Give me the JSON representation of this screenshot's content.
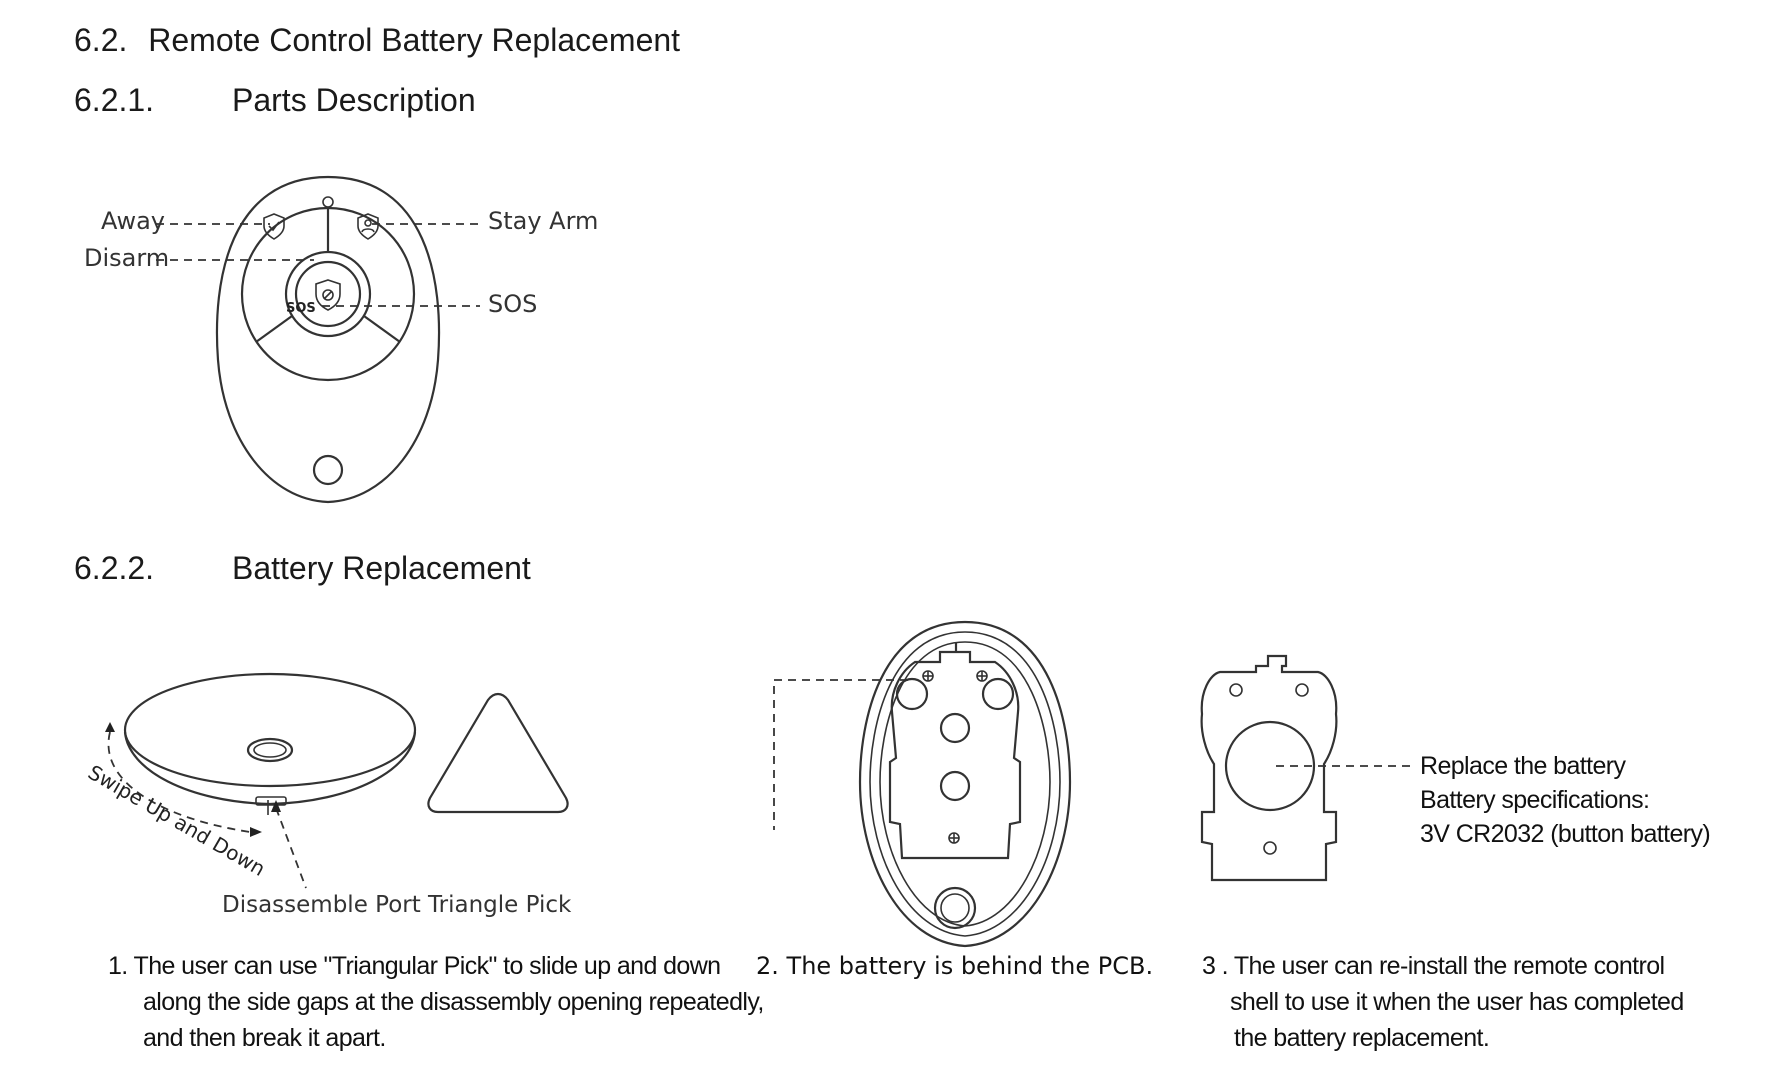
{
  "section": {
    "number": "6.2.",
    "title": "Remote Control Battery Replacement"
  },
  "parts": {
    "number": "6.2.1.",
    "title": "Parts Description",
    "labels": {
      "away": "Away",
      "disarm": "Disarm",
      "stay_arm": "Stay Arm",
      "sos": "SOS",
      "sos_button": "SOS"
    }
  },
  "battery": {
    "number": "6.2.2.",
    "title": "Battery Replacement",
    "step1": {
      "swipe": "Swipe Up and Down",
      "port_label": "Disassemble Port",
      "pick_label": "Triangle Pick",
      "caption_lines": [
        "1. The user can use \"Triangular Pick\" to slide up and down",
        "along the side gaps at the disassembly opening repeatedly,",
        "and then break it apart."
      ]
    },
    "step2": {
      "caption": "2. The battery is behind the PCB."
    },
    "step3": {
      "note_lines": [
        "Replace the battery",
        "Battery specifications:",
        "3V CR2032 (button battery)"
      ],
      "caption_lines": [
        "3 . The user can re-install the remote control",
        "shell to use it when the user has completed",
        "the battery replacement."
      ]
    }
  }
}
